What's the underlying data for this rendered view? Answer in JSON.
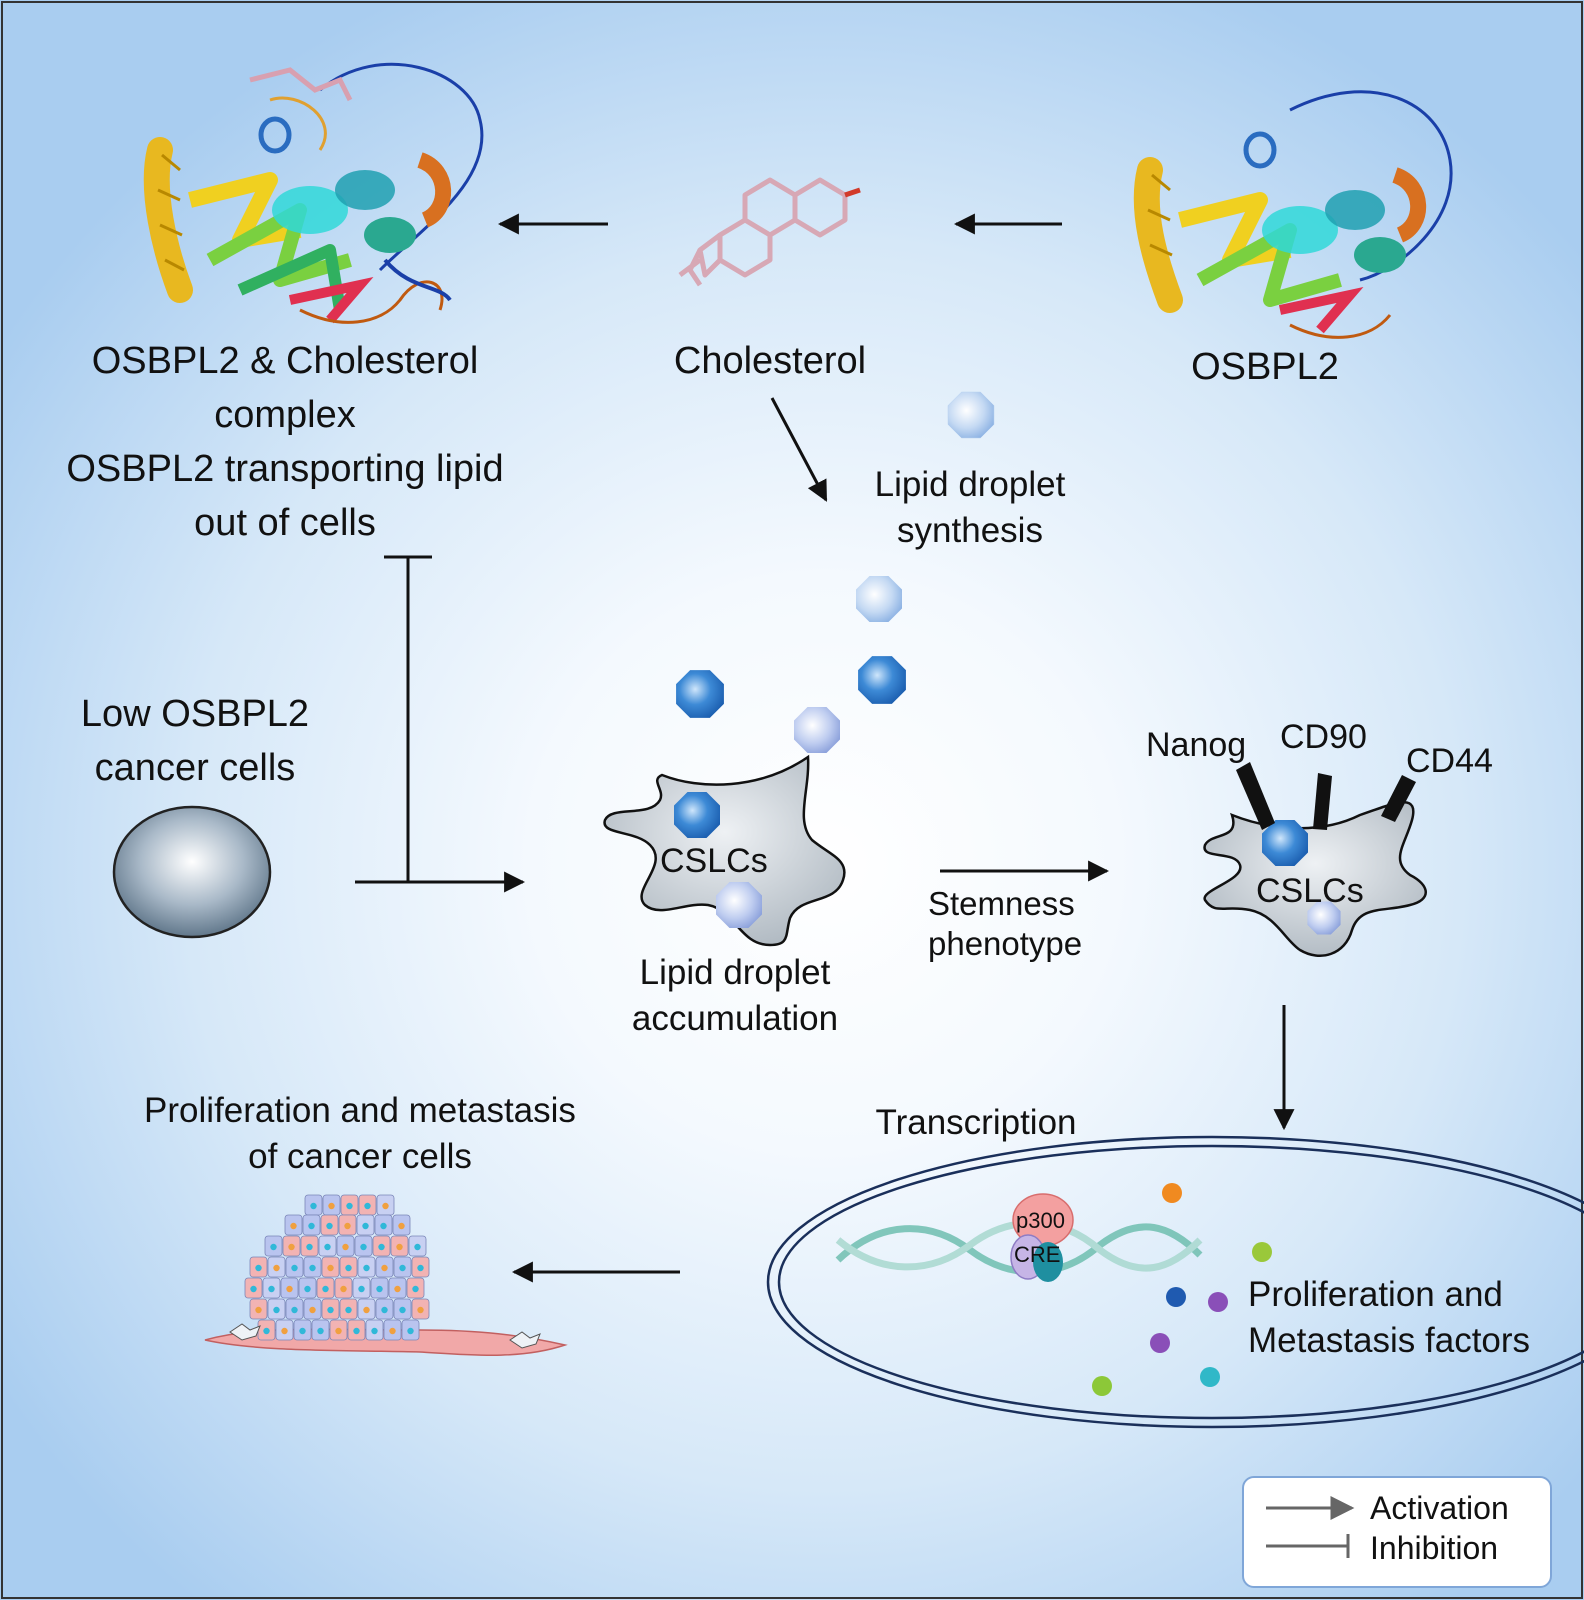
{
  "labels": {
    "complex": [
      "OSBPL2 & Cholesterol",
      "complex",
      "OSBPL2 transporting lipid",
      "out of cells"
    ],
    "cholesterol": "Cholesterol",
    "osbpl2": "OSBPL2",
    "lipid_synthesis": [
      "Lipid droplet",
      "synthesis"
    ],
    "low_osbpl2": [
      "Low OSBPL2",
      "cancer cells"
    ],
    "lipid_accumulation": [
      "Lipid droplet",
      "accumulation"
    ],
    "stemness": [
      "Stemness",
      "phenotype"
    ],
    "transcription": "Transcription",
    "prolif_left": [
      "Proliferation and metastasis",
      "of cancer cells"
    ],
    "factors": [
      "Proliferation and",
      "Metastasis factors"
    ]
  },
  "cells": {
    "cslc_center": "CSLCs",
    "cslc_right": "CSLCs"
  },
  "markers": [
    "Nanog",
    "CD90",
    "CD44"
  ],
  "nucleus": {
    "p300": "p300",
    "cre": "CRE"
  },
  "legend": {
    "activation": "Activation",
    "inhibition": "Inhibition"
  },
  "colors": {
    "background_edge": "#a9cdf0",
    "droplet_dark": "#2f7fd1",
    "droplet_light": "#a9c8ee",
    "cell_grey": "#c4ccd3",
    "p300": "#f3a0a0",
    "cre_purple": "#b8a7dc",
    "cre_teal": "#1f8fa0"
  }
}
